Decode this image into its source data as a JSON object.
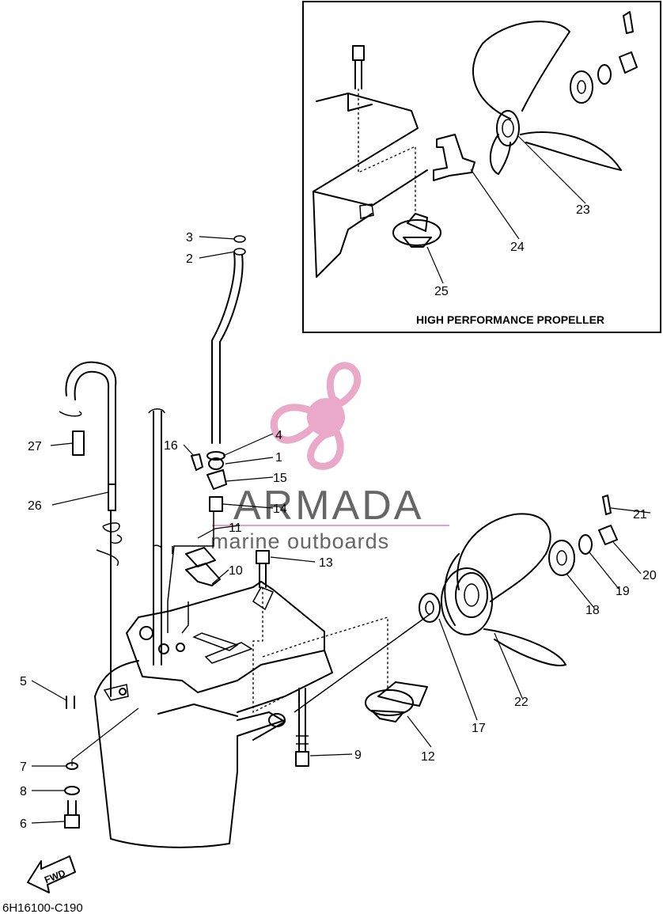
{
  "inset": {
    "title": "HIGH PERFORMANCE PROPELLER"
  },
  "watermark": {
    "brand": "ARMADA",
    "tagline": "marine outboards",
    "color": "#e8a0c4",
    "text_color": "#666666"
  },
  "diagram_code": "6H16100-C190",
  "fwd_label": "FWD",
  "callouts": [
    "1",
    "2",
    "3",
    "4",
    "5",
    "6",
    "7",
    "8",
    "9",
    "10",
    "11",
    "12",
    "13",
    "14",
    "15",
    "16",
    "17",
    "18",
    "19",
    "20",
    "21",
    "22",
    "23",
    "24",
    "25",
    "26",
    "27"
  ]
}
